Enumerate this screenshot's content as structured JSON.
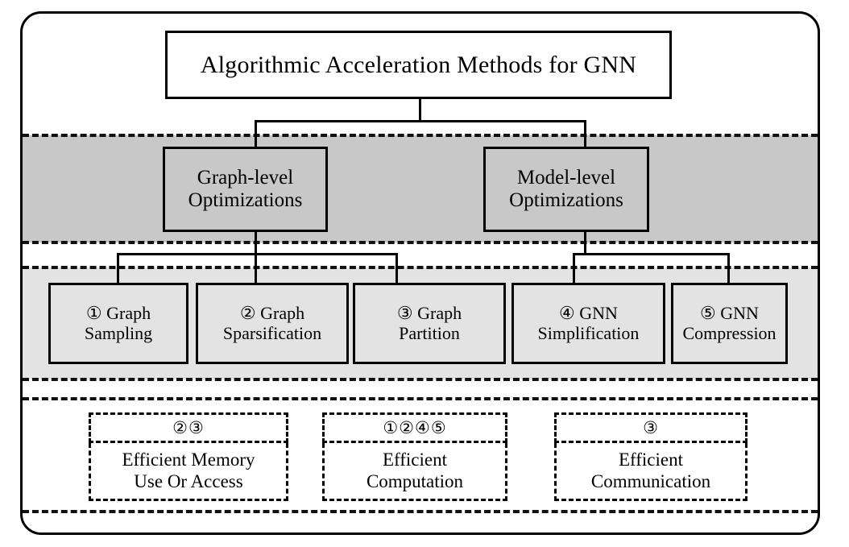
{
  "figure": {
    "root": {
      "label": "Algorithmic Acceleration Methods for GNN"
    },
    "level2": [
      {
        "label": "Graph-level\nOptimizations"
      },
      {
        "label": "Model-level\nOptimizations"
      }
    ],
    "level3": [
      {
        "marker": "①",
        "label": "①  Graph\nSampling"
      },
      {
        "marker": "②",
        "label": "② Graph\nSparsification"
      },
      {
        "marker": "③",
        "label": "③ Graph\nPartition"
      },
      {
        "marker": "④",
        "label": "④ GNN\nSimplification"
      },
      {
        "marker": "⑤",
        "label": "⑤ GNN\nCompression"
      }
    ],
    "outcomes": [
      {
        "markers": "②③",
        "label": "Efficient Memory\nUse Or Access"
      },
      {
        "markers": "①②④⑤",
        "label": "Efficient\nComputation"
      },
      {
        "markers": "③",
        "label": "Efficient\nCommunication"
      }
    ],
    "colors": {
      "band_dark": "#c8c8c8",
      "band_light": "#e3e3e3",
      "stroke": "#000000",
      "background": "#ffffff"
    }
  }
}
